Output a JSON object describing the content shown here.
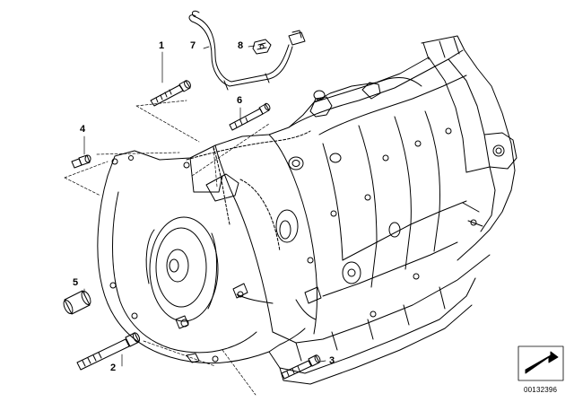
{
  "callouts": [
    {
      "id": "1",
      "label": "1"
    },
    {
      "id": "2",
      "label": "2"
    },
    {
      "id": "3",
      "label": "3"
    },
    {
      "id": "4",
      "label": "4"
    },
    {
      "id": "5",
      "label": "5"
    },
    {
      "id": "6",
      "label": "6"
    },
    {
      "id": "7",
      "label": "7"
    },
    {
      "id": "8",
      "label": "8"
    }
  ],
  "diagram_id": "00132396",
  "colors": {
    "line": "#000000",
    "background": "#ffffff"
  }
}
